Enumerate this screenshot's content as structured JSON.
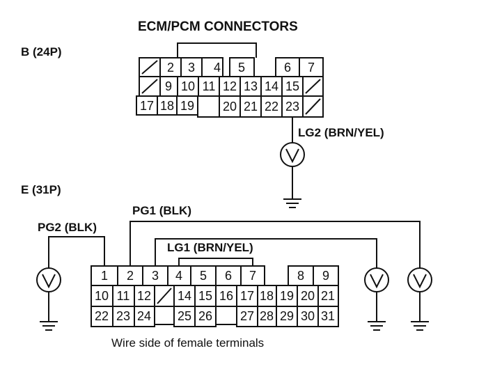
{
  "title": "ECM/PCM CONNECTORS",
  "connector_b": {
    "label": "B (24P)",
    "rows": [
      [
        "",
        "2",
        "3",
        "4",
        "5",
        "6",
        "7"
      ],
      [
        "",
        "9",
        "10",
        "11",
        "12",
        "13",
        "14",
        "15",
        ""
      ],
      [
        "17",
        "18",
        "19",
        "20",
        "21",
        "22",
        "23",
        ""
      ]
    ]
  },
  "connector_e": {
    "label": "E (31P)",
    "rows": [
      [
        "1",
        "2",
        "3",
        "4",
        "5",
        "6",
        "7",
        "8",
        "9"
      ],
      [
        "10",
        "11",
        "12",
        "",
        "14",
        "15",
        "16",
        "17",
        "18",
        "19",
        "20",
        "21"
      ],
      [
        "22",
        "23",
        "24",
        "25",
        "26",
        "27",
        "28",
        "29",
        "30",
        "31"
      ]
    ]
  },
  "wires": {
    "lg2": "LG2 (BRN/YEL)",
    "pg1": "PG1 (BLK)",
    "pg2": "PG2 (BLK)",
    "lg1": "LG1 (BRN/YEL)"
  },
  "caption": "Wire side of female terminals"
}
